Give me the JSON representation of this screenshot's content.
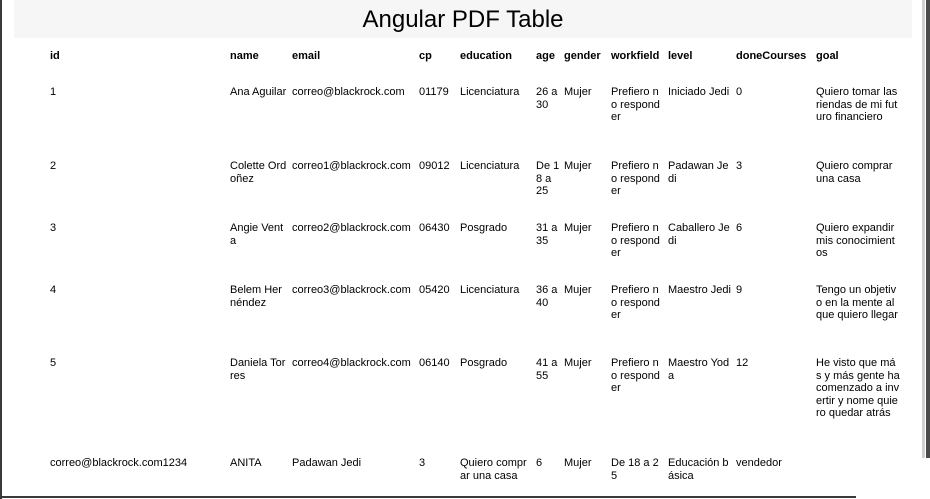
{
  "title": "Angular PDF Table",
  "columns": [
    "id",
    "name",
    "email",
    "cp",
    "education",
    "age",
    "gender",
    "workfield",
    "level",
    "doneCourses",
    "goal"
  ],
  "rows": [
    [
      "1",
      "Ana Aguilar",
      "correo@blackrock.com",
      "01179",
      "Licenciatura",
      "26 a 30",
      "Mujer",
      "Prefiero no responder",
      "Iniciado Jedi",
      "0",
      "Quiero tomar las riendas de mi futuro financiero"
    ],
    [
      "2",
      "Colette Ordoñez",
      "correo1@blackrock.com",
      "09012",
      "Licenciatura",
      "De 18 a 25",
      "Mujer",
      "Prefiero no responder",
      "Padawan Jedi",
      "3",
      "Quiero comprar una casa"
    ],
    [
      "3",
      "Angie Venta",
      "correo2@blackrock.com",
      "06430",
      "Posgrado",
      "31 a 35",
      "Mujer",
      "Prefiero no responder",
      "Caballero Jedi",
      "6",
      "Quiero expandir mis conocimientos"
    ],
    [
      "4",
      "Belem Hernéndez",
      "correo3@blackrock.com",
      "05420",
      "Licenciatura",
      "36 a 40",
      "Mujer",
      "Prefiero no responder",
      "Maestro Jedi",
      "9",
      "Tengo un objetivo en la mente al que quiero llegar"
    ],
    [
      "5",
      "Daniela Torres",
      "correo4@blackrock.com",
      "06140",
      "Posgrado",
      "41 a 55",
      "Mujer",
      "Prefiero no responder",
      "Maestro Yoda",
      "12",
      "He visto que más y más gente ha comenzado a invertir y nome quiero quedar atrás"
    ],
    [
      "correo@blackrock.com1234",
      "ANITA",
      "Padawan Jedi",
      "3",
      "Quiero comprar una casa",
      "6",
      "Mujer",
      "De 18 a 25",
      "Educación básica",
      "vendedor",
      ""
    ]
  ]
}
